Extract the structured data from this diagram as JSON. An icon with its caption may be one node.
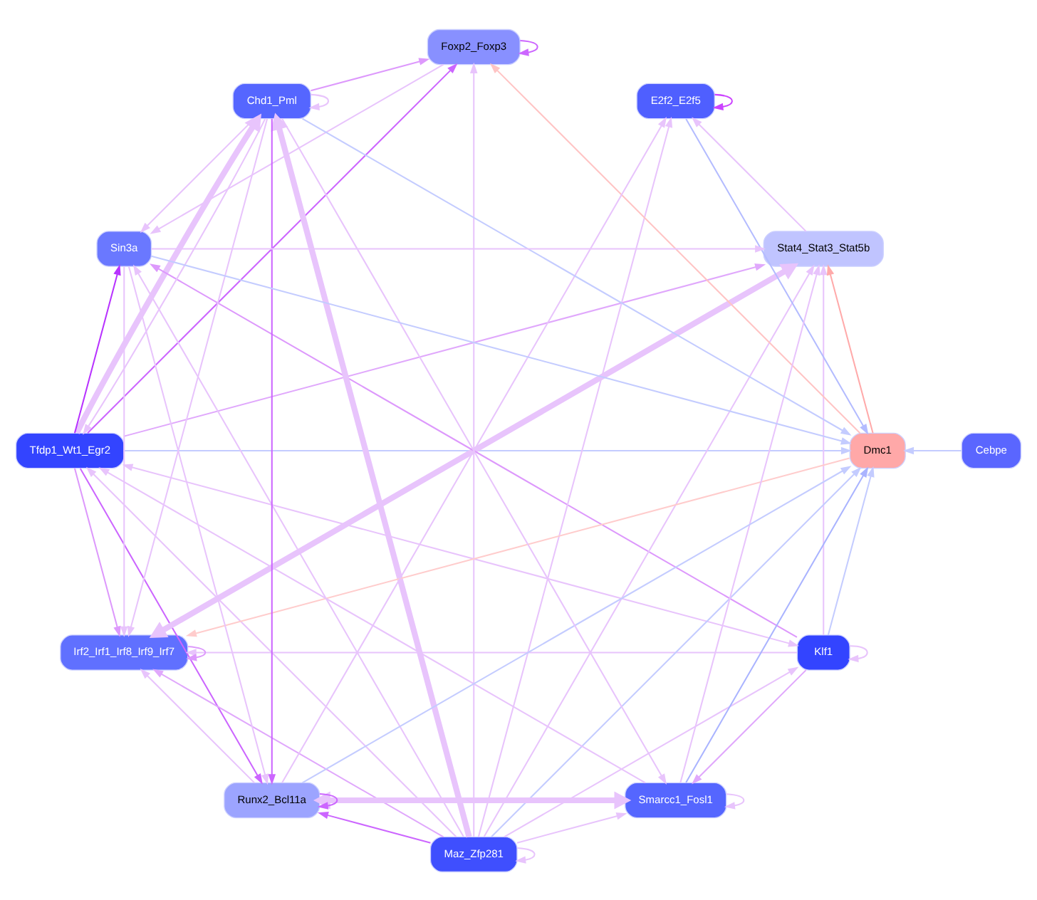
{
  "diagram": {
    "nodes": [
      {
        "text": [
          "Tfdp1_Wt1_Egr2"
        ]
      },
      {
        "text": [
          "Stat4_Stat3_Stat5b"
        ]
      },
      {
        "text": [
          "Klf1"
        ]
      },
      {
        "text": [
          "Foxp2_Foxp3"
        ]
      },
      {
        "text": [
          "Maz_Zfp281"
        ]
      },
      {
        "text": [
          "Irf2_Irf1_Irf8_Irf9_Irf7"
        ]
      },
      {
        "text": [
          "Dmc1"
        ]
      },
      {
        "text": [
          "E2f2_E2f5"
        ]
      },
      {
        "text": [
          "Cebpe"
        ]
      },
      {
        "text": [
          "Smarcc1_Fosl1"
        ]
      },
      {
        "text": [
          "Runx2_Bcl11a"
        ]
      },
      {
        "text": [
          "Chd1_Pml"
        ]
      },
      {
        "text": [
          "Sin3a"
        ]
      }
    ],
    "edges": [
      {
        "from": 0,
        "to": 1,
        "arrow": "to",
        "color": "#e0a8fc"
      },
      {
        "from": 0,
        "to": 3,
        "arrow": "to",
        "color": "#cc66ff"
      },
      {
        "from": 0,
        "to": 2,
        "arrow": "both"
      },
      {
        "from": 0,
        "to": 6,
        "arrow": "to",
        "color": "#c4ccff"
      },
      {
        "from": 0,
        "to": 11,
        "arrow": "to",
        "style": "thick"
      },
      {
        "from": 0,
        "to": 12,
        "arrow": "to",
        "color": "#b833ff"
      },
      {
        "from": 0,
        "to": 10,
        "arrow": "to",
        "color": "#cc66ff"
      },
      {
        "from": 0,
        "to": 5,
        "arrow": "to",
        "color": "#dd99fc"
      },
      {
        "from": 2,
        "to": 2,
        "arrow": "to"
      },
      {
        "from": 2,
        "to": 6,
        "arrow": "to",
        "color": "#c4ccff"
      },
      {
        "from": 2,
        "to": 5,
        "arrow": "to"
      },
      {
        "from": 2,
        "to": 1,
        "arrow": "to"
      },
      {
        "from": 2,
        "to": 9,
        "arrow": "to",
        "color": "#e0a8fc"
      },
      {
        "from": 2,
        "to": 12,
        "arrow": "to",
        "color": "#dd99fc"
      },
      {
        "from": 4,
        "to": 4,
        "arrow": "to"
      },
      {
        "from": 4,
        "to": 2,
        "arrow": "to"
      },
      {
        "from": 4,
        "to": 0,
        "arrow": "to"
      },
      {
        "from": 4,
        "to": 5,
        "arrow": "to",
        "color": "#e0a8fc"
      },
      {
        "from": 4,
        "to": 3,
        "arrow": "to"
      },
      {
        "from": 4,
        "to": 1,
        "arrow": "to"
      },
      {
        "from": 4,
        "to": 6,
        "arrow": "to",
        "color": "#c4ccff"
      },
      {
        "from": 4,
        "to": 7,
        "arrow": "to"
      },
      {
        "from": 4,
        "to": 9,
        "arrow": "to"
      },
      {
        "from": 4,
        "to": 11,
        "arrow": "to",
        "style": "thick"
      },
      {
        "from": 4,
        "to": 12,
        "arrow": "to"
      },
      {
        "from": 4,
        "to": 10,
        "arrow": "to",
        "color": "#cc66ff"
      },
      {
        "from": 1,
        "to": 5,
        "arrow": "both",
        "style": "thick"
      },
      {
        "from": 1,
        "to": 7,
        "arrow": "to"
      },
      {
        "from": 6,
        "to": 1,
        "arrow": "to",
        "color": "#ffaaaa"
      },
      {
        "from": 6,
        "to": 3,
        "arrow": "to",
        "color": "#ffc4c4"
      },
      {
        "from": 6,
        "to": 5,
        "arrow": "to",
        "color": "#ffcccc"
      },
      {
        "from": 3,
        "to": 3,
        "arrow": "to",
        "color": "#cc66ff"
      },
      {
        "from": 3,
        "to": 12,
        "arrow": "to"
      },
      {
        "from": 5,
        "to": 5,
        "arrow": "to",
        "color": "#dd99fc"
      },
      {
        "from": 7,
        "to": 7,
        "arrow": "to",
        "color": "#cc44ff"
      },
      {
        "from": 7,
        "to": 6,
        "arrow": "to",
        "color": "#b4bcff"
      },
      {
        "from": 8,
        "to": 6,
        "arrow": "to",
        "color": "#c4ccff"
      },
      {
        "from": 9,
        "to": 9,
        "arrow": "to"
      },
      {
        "from": 9,
        "to": 6,
        "arrow": "to",
        "color": "#aab4ff"
      },
      {
        "from": 9,
        "to": 0,
        "arrow": "to"
      },
      {
        "from": 9,
        "to": 10,
        "arrow": "both",
        "style": "thick"
      },
      {
        "from": 9,
        "to": 1,
        "arrow": "to"
      },
      {
        "from": 10,
        "to": 10,
        "arrow": "to",
        "color": "#cc66ff"
      },
      {
        "from": 10,
        "to": 6,
        "arrow": "to",
        "color": "#c4ccff"
      },
      {
        "from": 10,
        "to": 7,
        "arrow": "to"
      },
      {
        "from": 10,
        "to": 5,
        "arrow": "to"
      },
      {
        "from": 11,
        "to": 11,
        "arrow": "to"
      },
      {
        "from": 11,
        "to": 6,
        "arrow": "to",
        "color": "#c4ccff"
      },
      {
        "from": 11,
        "to": 9,
        "arrow": "to"
      },
      {
        "from": 11,
        "to": 12,
        "arrow": "to"
      },
      {
        "from": 11,
        "to": 10,
        "arrow": "to",
        "color": "#cc66ff"
      },
      {
        "from": 11,
        "to": 3,
        "arrow": "to",
        "color": "#dd99fc"
      },
      {
        "from": 11,
        "to": 5,
        "arrow": "to"
      },
      {
        "from": 11,
        "to": 0,
        "arrow": "to"
      },
      {
        "from": 12,
        "to": 6,
        "arrow": "to",
        "color": "#c4ccff"
      },
      {
        "from": 12,
        "to": 10,
        "arrow": "to"
      },
      {
        "from": 12,
        "to": 5,
        "arrow": "to"
      },
      {
        "from": 12,
        "to": 1,
        "arrow": "to"
      }
    ]
  }
}
